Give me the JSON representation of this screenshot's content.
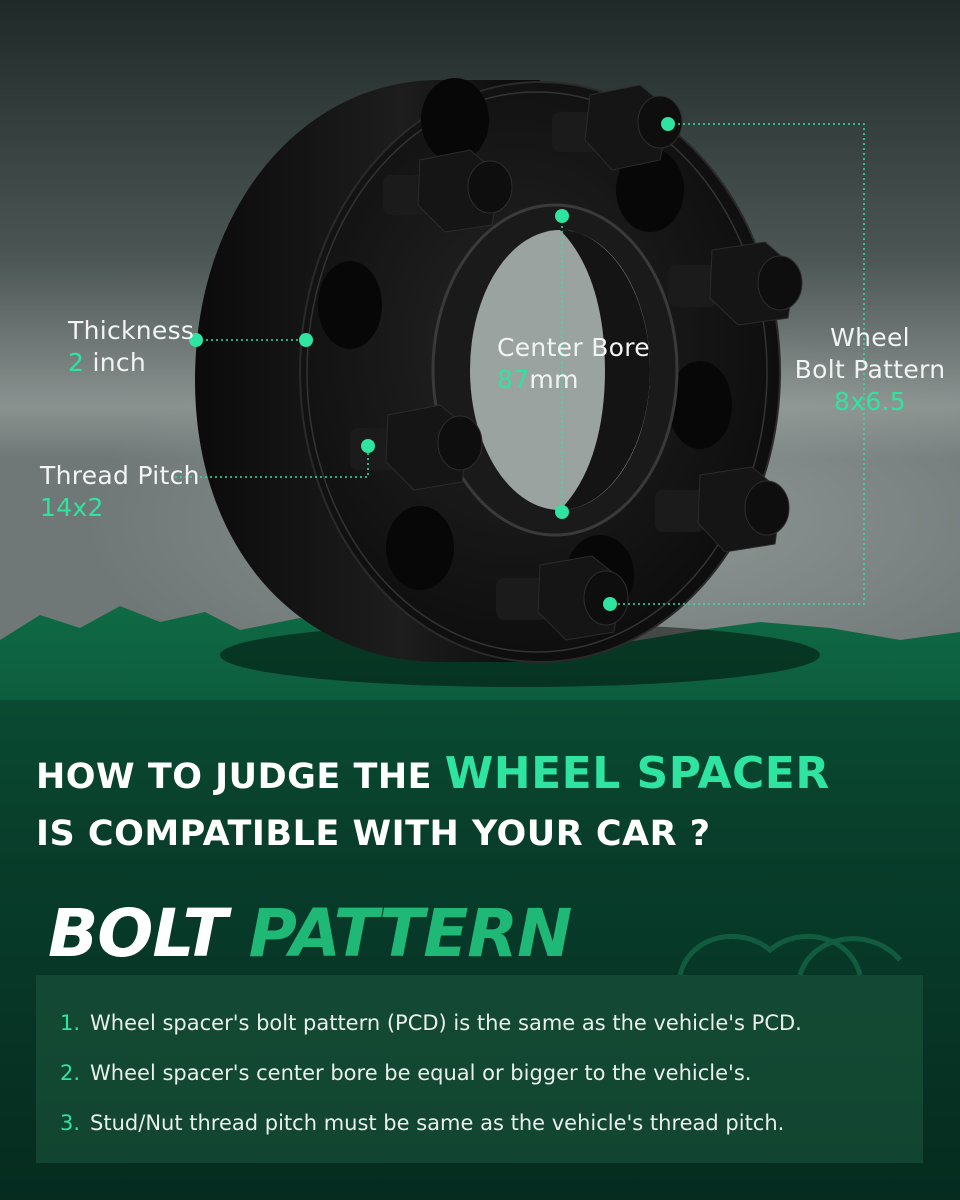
{
  "callouts": {
    "thickness": {
      "label": "Thickness",
      "value": "2",
      "unit": " inch"
    },
    "center_bore": {
      "label": "Center Bore",
      "value": "87",
      "unit": "mm"
    },
    "bolt_pattern": {
      "label_line1": "Wheel",
      "label_line2": "Bolt Pattern",
      "value": "8x6.5"
    },
    "thread_pitch": {
      "label": "Thread Pitch",
      "value": "14x2"
    }
  },
  "headline": {
    "line1_start": "HOW TO JUDGE THE ",
    "line1_highlight": "WHEEL SPACER",
    "line2": "IS COMPATIBLE WITH YOUR CAR ?"
  },
  "section": {
    "title_white": "BOLT",
    "title_green": "PATTERN"
  },
  "rules": [
    {
      "num": "1.",
      "text": "Wheel spacer's bolt pattern (PCD) is the same as the vehicle's PCD."
    },
    {
      "num": "2.",
      "text": "Wheel spacer's center bore be equal or bigger to the vehicle's."
    },
    {
      "num": "3.",
      "text": "Stud/Nut thread pitch must be same as the vehicle's thread pitch."
    }
  ],
  "colors": {
    "accent": "#2fe3a0",
    "deep_green": "#0f5a3c",
    "spacer_black": "#121212"
  }
}
